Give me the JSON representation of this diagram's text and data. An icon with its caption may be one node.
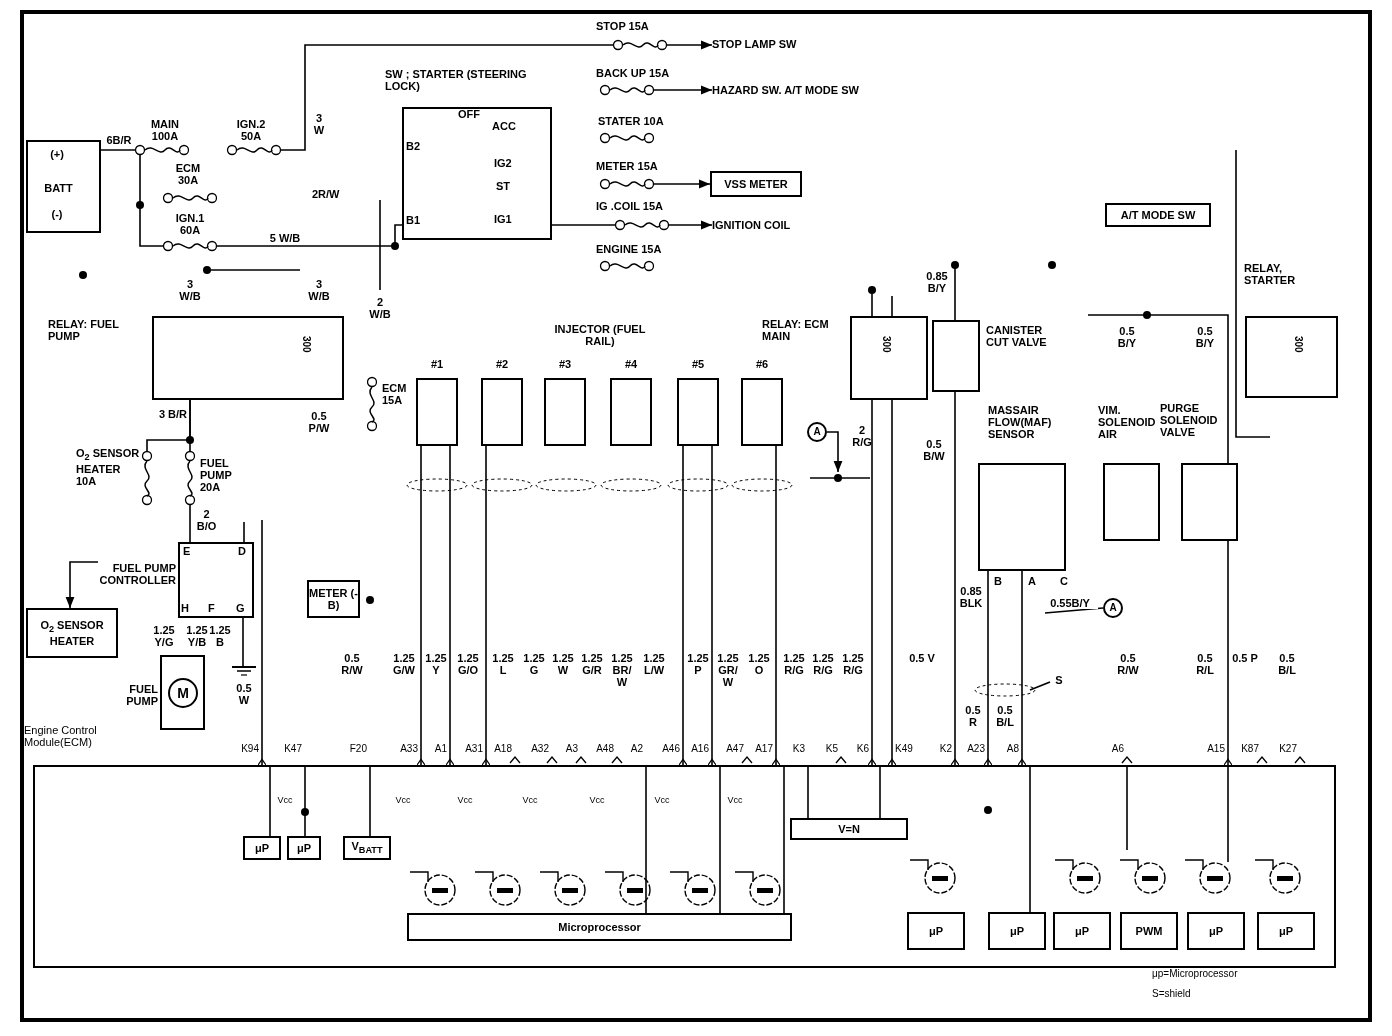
{
  "diagram": {
    "nodes": [
      {
        "text": [
          "(+)",
          "BATT",
          "(-)"
        ]
      },
      {
        "text": [
          "SW ; STARTER (STEERING LOCK)",
          "OFF",
          "ACC",
          "B2",
          "IG2",
          "ST",
          "B1",
          "IG1"
        ]
      },
      {
        "text": [
          "RELAY: FUEL PUMP",
          "300"
        ]
      },
      {
        "text": [
          "#1"
        ]
      },
      {
        "text": [
          "#2"
        ]
      },
      {
        "text": [
          "#3"
        ]
      },
      {
        "text": [
          "#4"
        ]
      },
      {
        "text": [
          "#5"
        ]
      },
      {
        "text": [
          "#6"
        ]
      },
      {
        "text": [
          "RELAY: ECM MAIN",
          "300"
        ]
      },
      {
        "text": [
          "CANISTER CUT VALVE"
        ]
      },
      {
        "text": [
          "A/T MODE SW"
        ]
      },
      {
        "text": [
          "RELAY, STARTER",
          "300"
        ]
      },
      {
        "text": [
          "MASSAIR FLOW(MAF) SENSOR",
          "B",
          "A",
          "C"
        ]
      },
      {
        "text": [
          "VIM. SOLENOID AIR"
        ]
      },
      {
        "text": [
          "PURGE SOLENOID VALVE"
        ]
      },
      {
        "text": [
          "FUEL PUMP CONTROLLER",
          "E",
          "D",
          "H",
          "F",
          "G"
        ]
      },
      {
        "text": [
          "O$_{2}$ SENSOR HEATER"
        ]
      },
      {
        "text": [
          "FUEL PUMP",
          "M"
        ]
      },
      {
        "text": [
          "METER (-B)"
        ]
      },
      {
        "text": [
          "VSS METER"
        ]
      },
      {
        "text": [
          "STOP LAMP SW"
        ]
      },
      {
        "text": [
          "HAZARD SW. A/T MODE SW"
        ]
      },
      {
        "text": [
          "IGNITION COIL"
        ]
      },
      {
        "text": [
          "Engine Control Module(ECM)"
        ]
      },
      {
        "text": [
          "Microprocessor"
        ],
        "in": 24
      },
      {
        "text": [
          "μP"
        ],
        "in": 24
      },
      {
        "text": [
          "μP"
        ],
        "in": 24
      },
      {
        "text": [
          "V$_{BATT}$"
        ],
        "in": 24
      },
      {
        "text": [
          "V=N"
        ],
        "in": 24
      },
      {
        "text": [
          "μP"
        ],
        "in": 24
      },
      {
        "text": [
          "μP"
        ],
        "in": 24
      },
      {
        "text": [
          "μP"
        ],
        "in": 24
      },
      {
        "text": [
          "PWM"
        ],
        "in": 24
      },
      {
        "text": [
          "μP"
        ],
        "in": 24
      },
      {
        "text": [
          "μP"
        ],
        "in": 24
      },
      {
        "text": [
          "A"
        ]
      },
      {
        "text": [
          "A"
        ]
      },
      {
        "text": [
          "STOP 15A"
        ]
      },
      {
        "text": [
          "BACK UP 15A"
        ]
      },
      {
        "text": [
          "STATER 10A"
        ]
      },
      {
        "text": [
          "METER 15A"
        ]
      },
      {
        "text": [
          "IG .COIL 15A"
        ]
      },
      {
        "text": [
          "ENGINE 15A"
        ]
      },
      {
        "text": [
          "MAIN 100A"
        ]
      },
      {
        "text": [
          "IGN.2 50A"
        ]
      },
      {
        "text": [
          "ECM 30A"
        ]
      },
      {
        "text": [
          "IGN.1 60A"
        ]
      },
      {
        "text": [
          "ECM 15A"
        ]
      },
      {
        "text": [
          "O$_{2}$ SENSOR HEATER 10A"
        ]
      },
      {
        "text": [
          "FUEL PUMP 20A"
        ]
      },
      {
        "text": [],
        "shape": "ground"
      }
    ],
    "edges": [
      {
        "from": 38,
        "to": 21,
        "arrow": "to"
      },
      {
        "from": 39,
        "to": 22,
        "arrow": "to"
      },
      {
        "from": 41,
        "to": 20,
        "arrow": "to"
      },
      {
        "from": 1,
        "to": 42,
        "arrow": "none"
      },
      {
        "from": 42,
        "to": 23,
        "arrow": "to"
      },
      {
        "from": 16,
        "to": 17,
        "arrow": "to"
      },
      {
        "from": 3,
        "to": 24,
        "arrow": "other"
      },
      {
        "from": 3,
        "to": 24,
        "arrow": "other"
      },
      {
        "from": 4,
        "to": 24,
        "arrow": "other"
      },
      {
        "from": 7,
        "to": 24,
        "arrow": "other"
      },
      {
        "from": 7,
        "to": 24,
        "arrow": "other"
      },
      {
        "from": 8,
        "to": 24,
        "arrow": "other"
      },
      {
        "from": 9,
        "to": 24,
        "arrow": "other"
      },
      {
        "from": 9,
        "to": 24,
        "arrow": "other"
      },
      {
        "from": 10,
        "to": 24,
        "arrow": "other"
      },
      {
        "from": 13,
        "to": 24,
        "arrow": "other"
      },
      {
        "from": 13,
        "to": 24,
        "arrow": "other"
      },
      {
        "from": 15,
        "to": 24,
        "arrow": "other"
      },
      {
        "from": 0,
        "to": 44,
        "arrow": "none",
        "label": "6B/R"
      },
      {
        "from": 44,
        "to": 47,
        "arrow": "none"
      },
      {
        "from": 47,
        "to": 1,
        "arrow": "none",
        "label": "5 W/B"
      },
      {
        "from": 45,
        "to": 38,
        "arrow": "none",
        "label": "3 W"
      },
      {
        "from": 2,
        "to": 50,
        "arrow": "none",
        "label": "3 B/R"
      },
      {
        "from": 50,
        "to": 16,
        "arrow": "none",
        "label": "2 B/O"
      },
      {
        "from": null,
        "to": 10,
        "arrow": "other",
        "label": "0.85 B/Y"
      },
      {
        "from": null,
        "to": 37,
        "arrow": "none",
        "label": "0.55B/Y"
      },
      {
        "from": 36,
        "to": null,
        "arrow": "to"
      },
      {
        "from": null,
        "to": 24,
        "arrow": "other"
      },
      {
        "from": 24,
        "to": 26,
        "arrow": "none"
      },
      {
        "from": 24,
        "to": 27,
        "arrow": "none"
      },
      {
        "from": 24,
        "to": 28,
        "arrow": "none"
      },
      {
        "from": 24,
        "to": 25,
        "arrow": "none"
      },
      {
        "from": 24,
        "to": 25,
        "arrow": "none"
      },
      {
        "from": 24,
        "to": 25,
        "arrow": "none"
      },
      {
        "from": 24,
        "to": 29,
        "arrow": "none"
      },
      {
        "from": 24,
        "to": 29,
        "arrow": "none"
      },
      {
        "from": 24,
        "to": 31,
        "arrow": "none"
      },
      {
        "from": 2,
        "to": 49,
        "arrow": "none"
      },
      {
        "from": null,
        "to": 15,
        "arrow": "none"
      },
      {
        "from": null,
        "to": 9,
        "arrow": "other"
      },
      {
        "from": null,
        "to": 9,
        "arrow": "none"
      },
      {
        "from": null,
        "to": 16,
        "arrow": "none"
      },
      {
        "from": 16,
        "to": 51,
        "arrow": "none"
      }
    ],
    "labels": [
      "2R/W",
      "3 W/B",
      "3 W/B",
      "2 W/B",
      "INJECTOR (FUEL RAIL)",
      "0.5 P/W",
      "0.5 B/Y",
      "0.5 B/Y",
      "2 R/G",
      "0.5 B/W",
      "1.25 Y/G",
      "1.25 Y/B",
      "1.25 B",
      "0.5 W",
      "0.85 BLK",
      "0.5 R/W",
      "1.25 G/W",
      "1.25 Y",
      "1.25 G/O",
      "1.25 L",
      "1.25 G",
      "1.25 W",
      "1.25 G/R",
      "1.25 BR/ W",
      "1.25 L/W",
      "1.25 P",
      "1.25 GR/ W",
      "1.25 O",
      "1.25 R/G",
      "1.25 R/G",
      "1.25 R/G",
      "0.5 V",
      "0.5 R/W",
      "0.5 R/L",
      "0.5 P",
      "0.5 B/L",
      "S",
      "0.5 R",
      "0.5 B/L",
      "K94",
      "K47",
      "F20",
      "A33",
      "A1",
      "A31",
      "A18",
      "A32",
      "A3",
      "A48",
      "A2",
      "A46",
      "A16",
      "A47",
      "A17",
      "K3",
      "K5",
      "K6",
      "K49",
      "K2",
      "A23",
      "A8",
      "A6",
      "A15",
      "K87",
      "K27",
      "Vcc",
      "Vcc",
      "Vcc",
      "Vcc",
      "Vcc",
      "Vcc",
      "Vcc",
      "μp=Microprocessor",
      "S=shield"
    ]
  }
}
